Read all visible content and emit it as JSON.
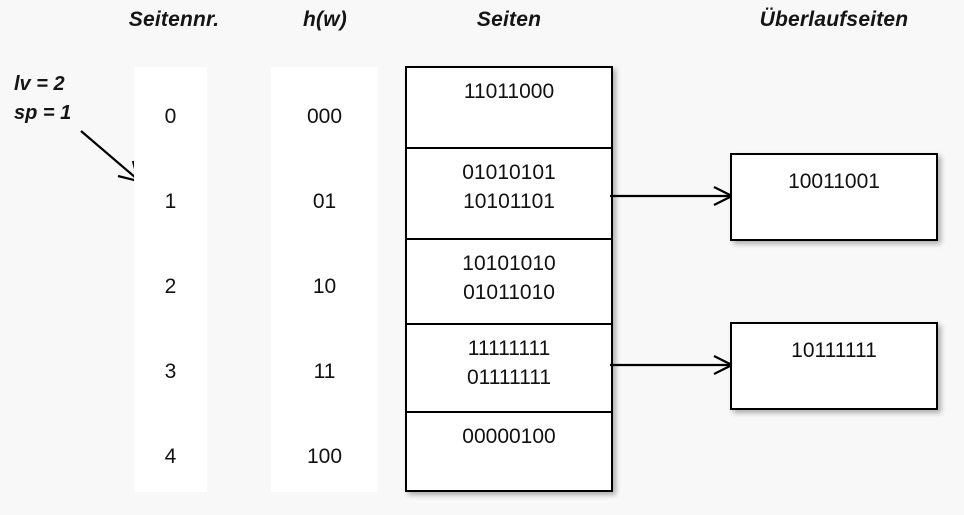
{
  "diagram": {
    "title_not_shown": "",
    "background_color": "#f8f8f8",
    "line_color": "#000000"
  },
  "headers": {
    "seitennr": "Seitennr.",
    "hw": "h(w)",
    "seiten": "Seiten",
    "ueberlaufseiten": "Überlaufseiten"
  },
  "params": {
    "lv": "lv = 2",
    "sp": "sp = 1",
    "arrow_icon": "diagonal-arrow-down-right"
  },
  "page_numbers": [
    "0",
    "1",
    "2",
    "3",
    "4"
  ],
  "hash_values": [
    "000",
    "01",
    "10",
    "11",
    "100"
  ],
  "pages": [
    {
      "lines": [
        "11011000"
      ]
    },
    {
      "lines": [
        "01010101",
        "10101101"
      ]
    },
    {
      "lines": [
        "10101010",
        "01011010"
      ]
    },
    {
      "lines": [
        "11111111",
        "01111111"
      ]
    },
    {
      "lines": [
        "00000100"
      ]
    }
  ],
  "overflow_pages": [
    {
      "from_page_index": 1,
      "value": "10011001",
      "arrow_icon": "arrow-right"
    },
    {
      "from_page_index": 3,
      "value": "10111111",
      "arrow_icon": "arrow-right"
    }
  ]
}
